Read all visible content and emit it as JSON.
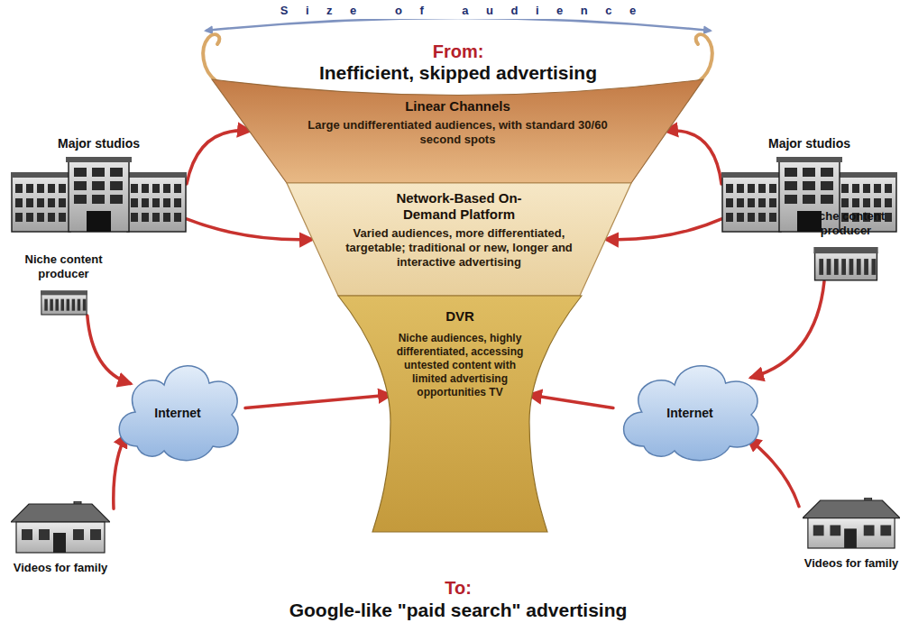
{
  "diagram": {
    "nodes": [
      {
        "text": [
          "Linear Channels",
          "Large undifferentiated audiences, with standard 30/60 second spots"
        ]
      },
      {
        "text": [
          "Network-Based On-Demand Platform",
          "Varied audiences, more differentiated, targetable; traditional or new, longer and interactive advertising"
        ]
      },
      {
        "text": [
          "DVR",
          "Niche audiences, highly differentiated, accessing untested content with limited advertising opportunities TV"
        ]
      },
      {
        "text": [
          "Major studios"
        ]
      },
      {
        "text": [
          "Major studios"
        ]
      },
      {
        "text": [
          "Niche content producer"
        ]
      },
      {
        "text": [
          "Niche content producer"
        ]
      },
      {
        "text": [
          "Internet"
        ]
      },
      {
        "text": [
          "Internet"
        ]
      },
      {
        "text": [
          "Videos for family"
        ]
      },
      {
        "text": [
          "Videos for family"
        ]
      }
    ],
    "edges": [
      {
        "from": 3,
        "to": 0,
        "arrow": "to"
      },
      {
        "from": 3,
        "to": 1,
        "arrow": "to"
      },
      {
        "from": 4,
        "to": 0,
        "arrow": "to"
      },
      {
        "from": 4,
        "to": 1,
        "arrow": "to"
      },
      {
        "from": 5,
        "to": 7,
        "arrow": "to"
      },
      {
        "from": 9,
        "to": 7,
        "arrow": "to"
      },
      {
        "from": 7,
        "to": 2,
        "arrow": "to"
      },
      {
        "from": 6,
        "to": 8,
        "arrow": "to"
      },
      {
        "from": 10,
        "to": 8,
        "arrow": "to"
      },
      {
        "from": 8,
        "to": 2,
        "arrow": "to"
      }
    ],
    "labels": [
      "Size of audience",
      "From:",
      "Inefficient, skipped advertising",
      "To:",
      "Google-like \"paid search\" advertising"
    ]
  }
}
